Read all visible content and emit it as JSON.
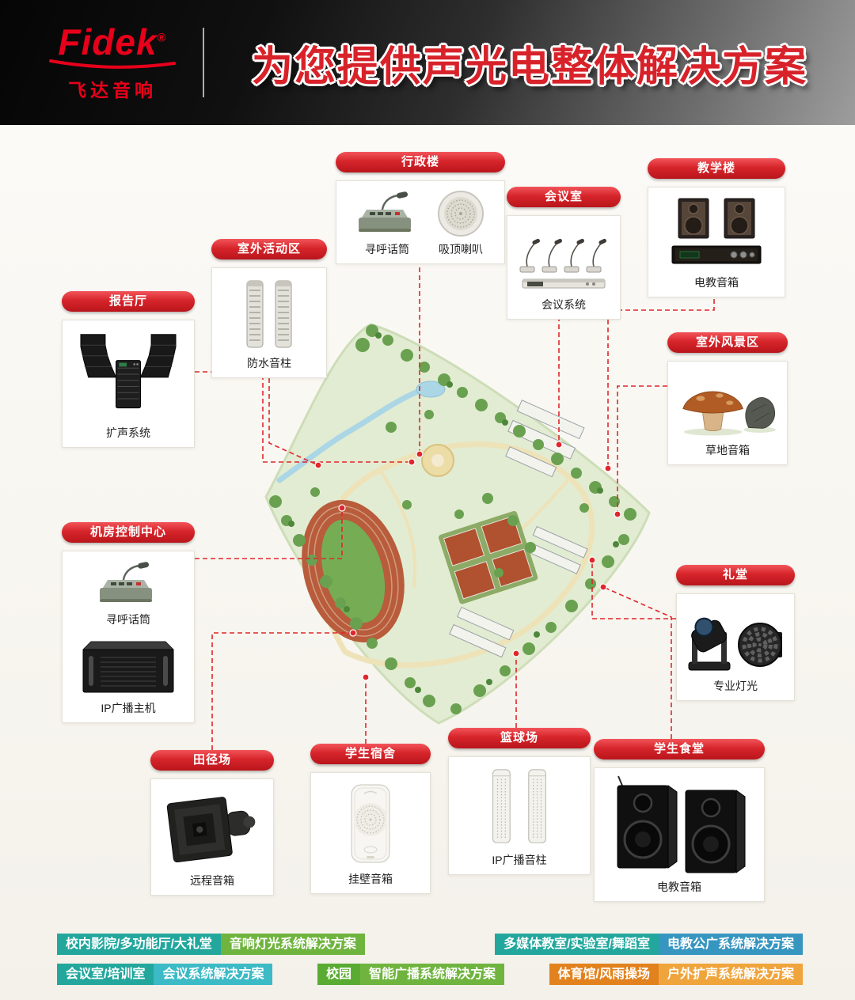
{
  "header": {
    "logo": {
      "brand": "Fidek",
      "reg": "®",
      "sub": "飞达音响"
    },
    "title": "为您提供声光电整体解决方案"
  },
  "palette": {
    "accent_red": "#d8222a",
    "ribbon_red": "#d6252b",
    "logo_red": "#e8001b",
    "connector_red": "#e0262c",
    "teal": "#23a79d",
    "green": "#6fb43e",
    "green_dark": "#5aab31",
    "blue": "#3796c0",
    "cyan": "#3cbac6",
    "orange": "#e2821e",
    "orange_light": "#f0a43c"
  },
  "cards": [
    {
      "title": "行政楼",
      "products": [
        {
          "icon": "paging-mic-icon",
          "caption": "寻呼话筒"
        },
        {
          "icon": "ceiling-speaker-icon",
          "caption": "吸顶喇叭"
        }
      ]
    },
    {
      "title": "会议室",
      "products": [
        {
          "icon": "conference-system-icon",
          "caption": "会议系统"
        }
      ]
    },
    {
      "title": "教学楼",
      "products": [
        {
          "icon": "av-speakers-icon",
          "caption": "电教音箱"
        }
      ]
    },
    {
      "title": "室外活动区",
      "products": [
        {
          "icon": "column-speakers-icon",
          "caption": "防水音柱"
        }
      ]
    },
    {
      "title": "报告厅",
      "products": [
        {
          "icon": "line-array-icon",
          "caption": "扩声系统"
        }
      ]
    },
    {
      "title": "室外风景区",
      "products": [
        {
          "icon": "garden-speakers-icon",
          "caption": "草地音箱"
        }
      ]
    },
    {
      "title": "机房控制中心",
      "products": [
        {
          "icon": "paging-mic-icon",
          "caption": "寻呼话筒"
        },
        {
          "icon": "ip-broadcast-host-icon",
          "caption": "IP广播主机"
        }
      ]
    },
    {
      "title": "礼堂",
      "products": [
        {
          "icon": "stage-lights-icon",
          "caption": "专业灯光"
        }
      ]
    },
    {
      "title": "田径场",
      "products": [
        {
          "icon": "horn-speaker-icon",
          "caption": "远程音箱"
        }
      ]
    },
    {
      "title": "学生宿舍",
      "products": [
        {
          "icon": "wall-speaker-icon",
          "caption": "挂壁音箱"
        }
      ]
    },
    {
      "title": "篮球场",
      "products": [
        {
          "icon": "ip-column-speakers-icon",
          "caption": "IP广播音柱"
        }
      ]
    },
    {
      "title": "学生食堂",
      "products": [
        {
          "icon": "black-speakers-icon",
          "caption": "电教音箱"
        }
      ]
    }
  ],
  "footer": {
    "rows": [
      {
        "groups": [
          {
            "label": "校内影院/多功能厅/大礼堂",
            "solution": "音响灯光系统解决方案",
            "label_color": "#23a79d",
            "solution_color": "#6fb43e"
          },
          {
            "label": "多媒体教室/实验室/舞蹈室",
            "solution": "电教公广系统解决方案",
            "label_color": "#23a79d",
            "solution_color": "#3796c0"
          }
        ]
      },
      {
        "groups": [
          {
            "label": "会议室/培训室",
            "solution": "会议系统解决方案",
            "label_color": "#23a79d",
            "solution_color": "#3cbac6"
          },
          {
            "label": "校园",
            "solution": "智能广播系统解决方案",
            "label_color": "#5aab31",
            "solution_color": "#6fb43e"
          },
          {
            "label": "体育馆/风雨操场",
            "solution": "户外扩声系统解决方案",
            "label_color": "#e2821e",
            "solution_color": "#f0a43c"
          }
        ]
      }
    ]
  }
}
